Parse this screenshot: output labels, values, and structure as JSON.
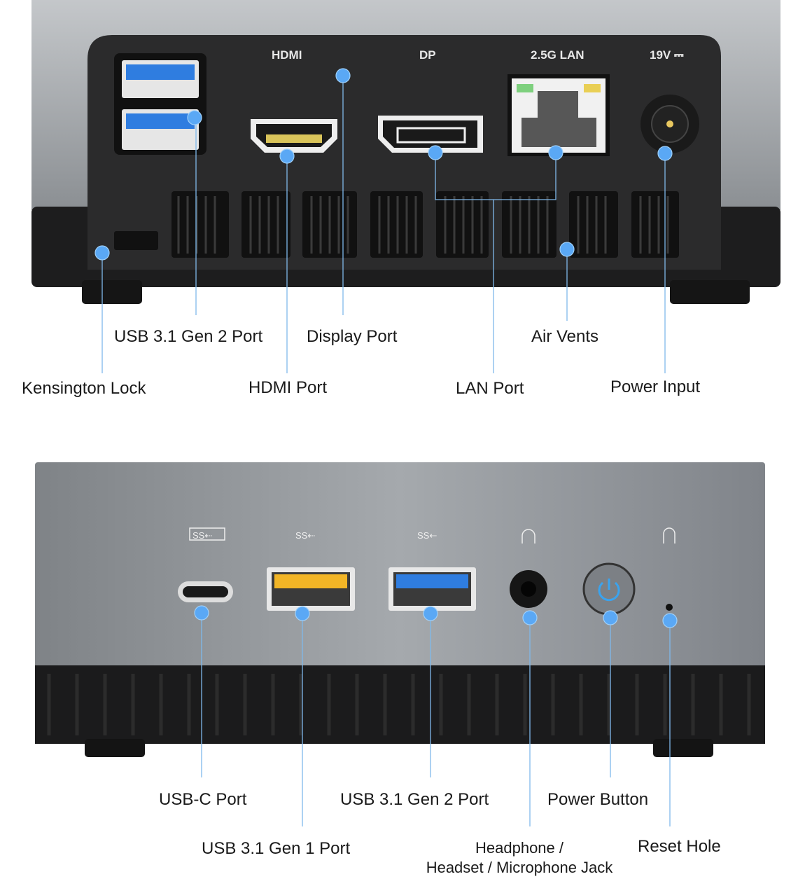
{
  "rear_panel": {
    "port_markings": {
      "hdmi": "HDMI",
      "dp": "DP",
      "lan": "2.5G LAN",
      "power": "19V ⎓"
    },
    "callouts": {
      "usb": "USB 3.1 Gen 2 Port",
      "display_port": "Display Port",
      "air_vents": "Air Vents",
      "kensington": "Kensington Lock",
      "hdmi": "HDMI Port",
      "lan": "LAN Port",
      "power_input": "Power Input"
    }
  },
  "front_panel": {
    "callouts": {
      "usb_c": "USB-C Port",
      "usb_gen2": "USB 3.1 Gen 2 Port",
      "power_button": "Power Button",
      "usb_gen1": "USB 3.1 Gen 1 Port",
      "headphone_line1": "Headphone /",
      "headphone_line2": "Headset / Microphone Jack",
      "reset": "Reset Hole"
    }
  },
  "colors": {
    "marker": "#5aa8f5",
    "usb3_blue": "#2f7de0",
    "usb_yellow": "#f2b526",
    "body_silver": "#9ea2a6",
    "panel_black": "#2a2a2b"
  }
}
